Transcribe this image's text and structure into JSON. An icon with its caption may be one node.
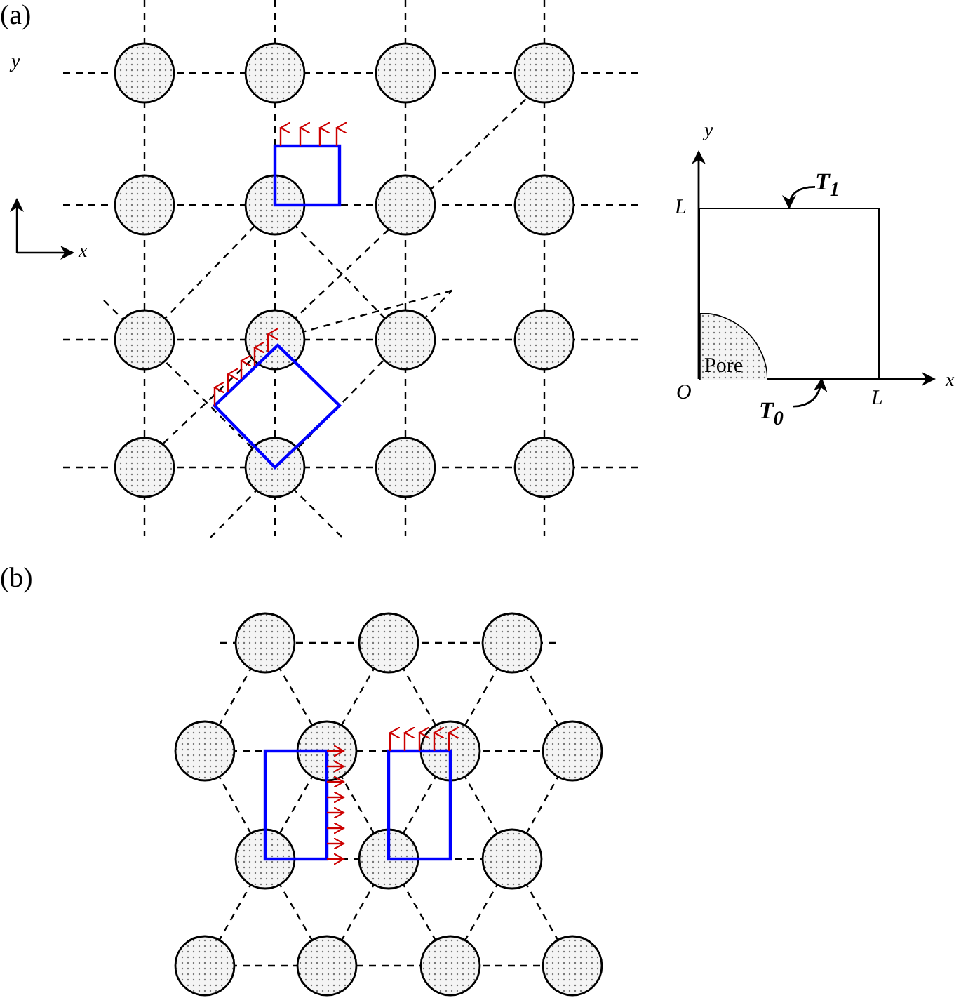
{
  "diagram": {
    "nodes": [
      {
        "text": [],
        "shape": "box"
      },
      {
        "text": [
          "Pore"
        ],
        "in": 0
      },
      {
        "text": [
          "T$_{1}$"
        ]
      },
      {
        "text": [
          "T$_{0}$"
        ]
      }
    ],
    "edges": [
      {
        "from": 2,
        "to": 0,
        "arrow": "to"
      },
      {
        "from": 3,
        "to": 0,
        "arrow": "to"
      }
    ],
    "labels": [
      "(a)",
      "y",
      "x",
      "y",
      "L",
      "L",
      "O",
      "x",
      "(b)"
    ]
  }
}
